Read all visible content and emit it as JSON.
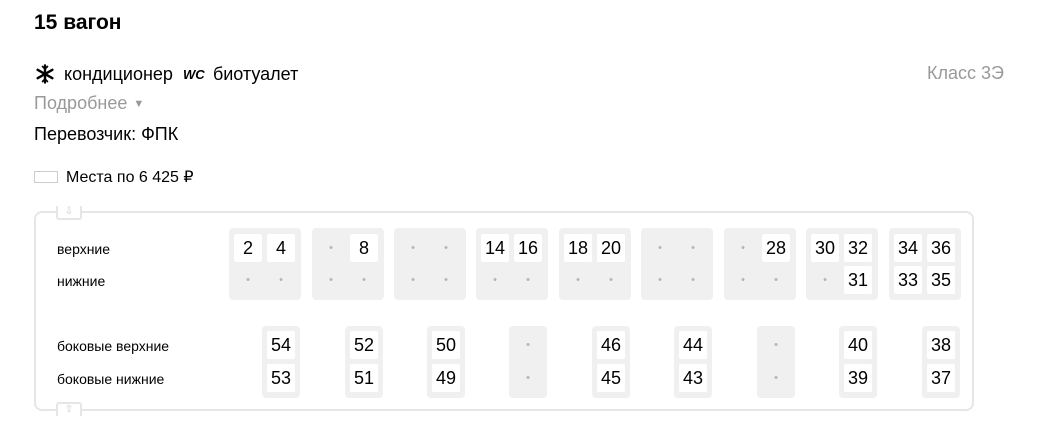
{
  "wagon": {
    "title": "15 вагон",
    "class_label": "Класс 3Э",
    "more_label": "Подробнее",
    "carrier": "Перевозчик: ФПК"
  },
  "features": [
    {
      "icon": "snowflake-icon",
      "label": "кондиционер"
    },
    {
      "icon": "wc-icon",
      "label": "биотуалет"
    }
  ],
  "price_legend": "Места по 6 425 ₽",
  "row_labels": {
    "upper": "верхние",
    "lower": "нижние",
    "side_upper": "боковые верхние",
    "side_lower": "боковые нижние"
  },
  "compartments": [
    {
      "upper": [
        "2",
        "4"
      ],
      "lower": [
        "",
        ""
      ]
    },
    {
      "upper": [
        "",
        "8"
      ],
      "lower": [
        "",
        ""
      ]
    },
    {
      "upper": [
        "",
        ""
      ],
      "lower": [
        "",
        ""
      ]
    },
    {
      "upper": [
        "14",
        "16"
      ],
      "lower": [
        "",
        ""
      ]
    },
    {
      "upper": [
        "18",
        "20"
      ],
      "lower": [
        "",
        ""
      ]
    },
    {
      "upper": [
        "",
        ""
      ],
      "lower": [
        "",
        ""
      ]
    },
    {
      "upper": [
        "",
        "28"
      ],
      "lower": [
        "",
        ""
      ]
    },
    {
      "upper": [
        "30",
        "32"
      ],
      "lower": [
        "",
        "31"
      ]
    },
    {
      "upper": [
        "34",
        "36"
      ],
      "lower": [
        "33",
        "35"
      ]
    }
  ],
  "side_seats": [
    {
      "upper": "54",
      "lower": "53"
    },
    {
      "upper": "52",
      "lower": "51"
    },
    {
      "upper": "50",
      "lower": "49"
    },
    {
      "upper": "",
      "lower": ""
    },
    {
      "upper": "46",
      "lower": "45"
    },
    {
      "upper": "44",
      "lower": "43"
    },
    {
      "upper": "",
      "lower": ""
    },
    {
      "upper": "40",
      "lower": "39"
    },
    {
      "upper": "38",
      "lower": "37"
    }
  ]
}
